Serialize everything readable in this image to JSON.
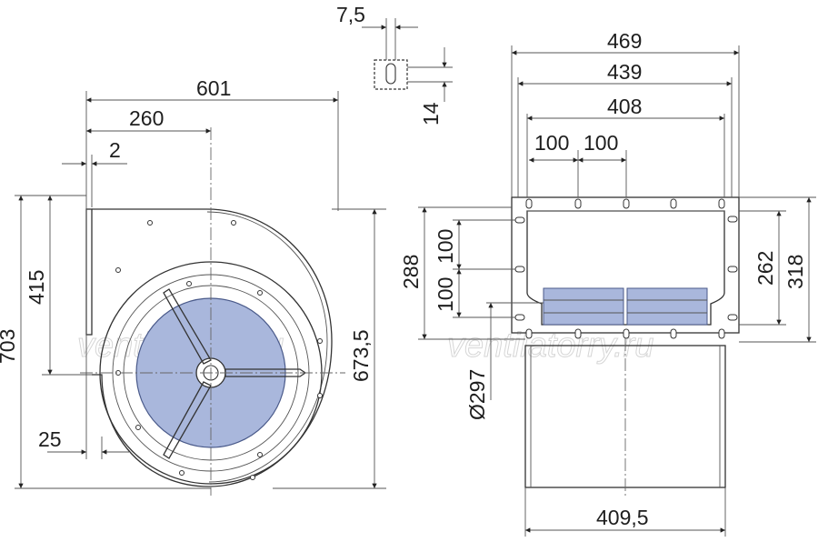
{
  "colors": {
    "line": "#333333",
    "impeller": "#a9b7dc",
    "impeller_edge": "#4a5a8a",
    "motor_box": "#a9b7dc",
    "watermark": "#d6d6d6"
  },
  "watermark": {
    "left": "ventilatorry.ru",
    "right": "ventilatorry.ru"
  },
  "side_view": {
    "width_601": "601",
    "width_260": "260",
    "width_2": "2",
    "height_415": "415",
    "height_703": "703",
    "height_673_5": "673,5",
    "offset_25": "25"
  },
  "detail": {
    "slot_7_5": "7,5",
    "slot_14": "14"
  },
  "front_view": {
    "width_469": "469",
    "width_439": "439",
    "width_408": "408",
    "pitch_100_a": "100",
    "pitch_100_b": "100",
    "height_288": "288",
    "pitch_v_100_a": "100",
    "pitch_v_100_b": "100",
    "diameter_297": "Ø297",
    "height_262": "262",
    "height_318": "318",
    "width_409_5": "409,5"
  }
}
